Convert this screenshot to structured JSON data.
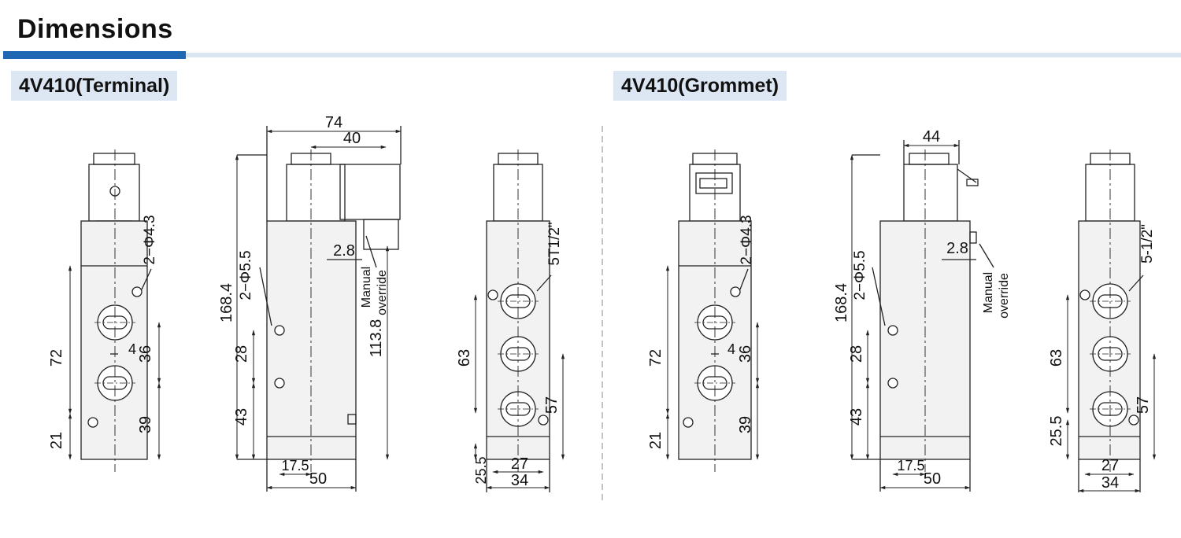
{
  "title": "Dimensions",
  "colors": {
    "accent": "#1f66b3",
    "bar_light": "#dbe6f3",
    "label_bg": "#dde7f4",
    "body_fill": "#f2f2f2",
    "line": "#222222"
  },
  "sections": [
    {
      "label": "4V410(Terminal)"
    },
    {
      "label": "4V410(Grommet)"
    }
  ],
  "dims": {
    "t_front": {
      "hole": "2−Φ4.3",
      "h1": "72",
      "h2": "21",
      "w1": "4",
      "h3": "36",
      "h4": "39"
    },
    "t_side": {
      "w_total": "74",
      "w_part": "40",
      "h_total": "168.4",
      "hole": "2−Φ5.5",
      "h1": "28",
      "h2": "43",
      "h3": "113.8",
      "small": "2.8",
      "manual_1": "Manual",
      "manual_2": "override",
      "w1": "17.5",
      "w2": "50"
    },
    "t_port": {
      "thread": "5T1/2\"",
      "h1": "63",
      "h2": "57",
      "h3": "25.5",
      "w1": "27",
      "w2": "34"
    },
    "g_front": {
      "hole": "2−Φ4.3",
      "h1": "72",
      "h2": "21",
      "w1": "4",
      "h3": "36",
      "h4": "39"
    },
    "g_side": {
      "w_total": "44",
      "h_total": "168.4",
      "hole": "2−Φ5.5",
      "h1": "28",
      "h2": "43",
      "small": "2.8",
      "manual_1": "Manual",
      "manual_2": "override",
      "w1": "17.5",
      "w2": "50"
    },
    "g_port": {
      "thread": "5-1/2\"",
      "h1": "63",
      "h2": "57",
      "h3": "25.5",
      "w1": "27",
      "w2": "34"
    }
  }
}
